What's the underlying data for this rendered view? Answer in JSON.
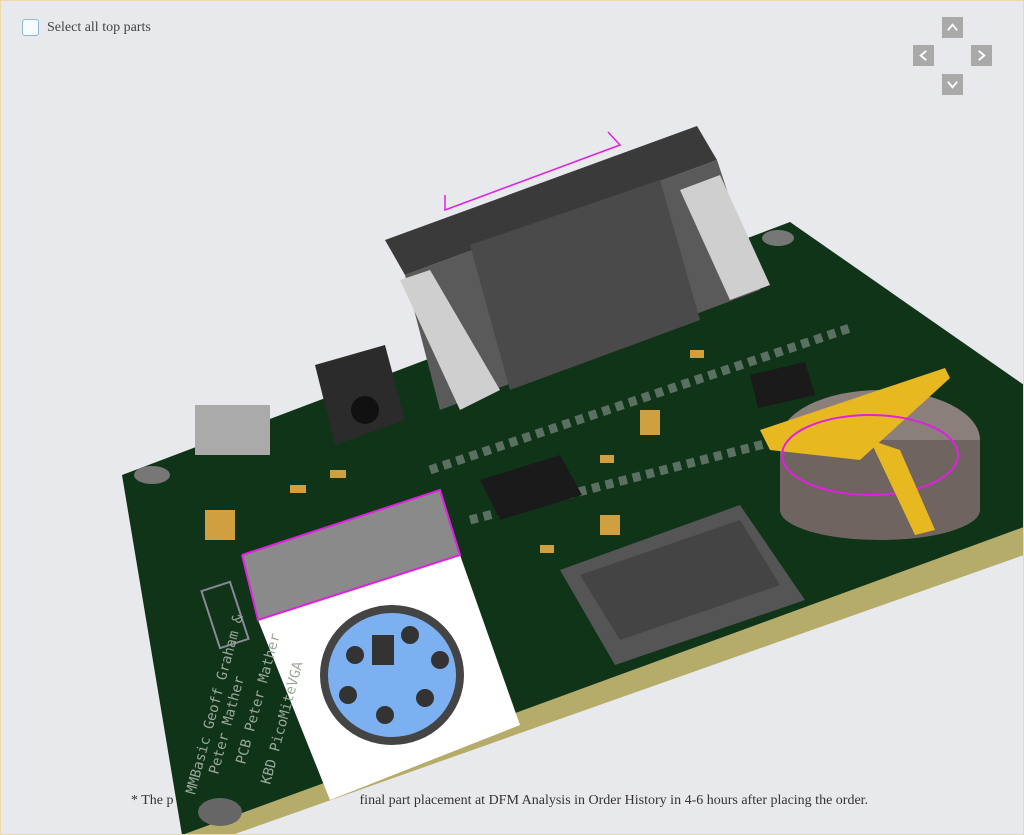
{
  "toolbar": {
    "select_all_label": "Select all top parts",
    "select_all_checked": false
  },
  "view_nav": {
    "up": "chevron-up-icon",
    "left": "chevron-left-icon",
    "right": "chevron-right-icon",
    "down": "chevron-down-icon"
  },
  "footnote": {
    "part1": "* The p",
    "part2": "final part placement at DFM Analysis in Order History in 4-6 hours after placing the order."
  },
  "board": {
    "silkscreen": [
      "MMBasic Geoff Graham &",
      "Peter Mather",
      "PCB Peter Mather",
      "KBD PicoMiteVGA"
    ],
    "colors": {
      "board": "#0f3418",
      "edge": "#b5ac6a",
      "highlight": "#e020e0",
      "gold": "#e8b820"
    }
  }
}
